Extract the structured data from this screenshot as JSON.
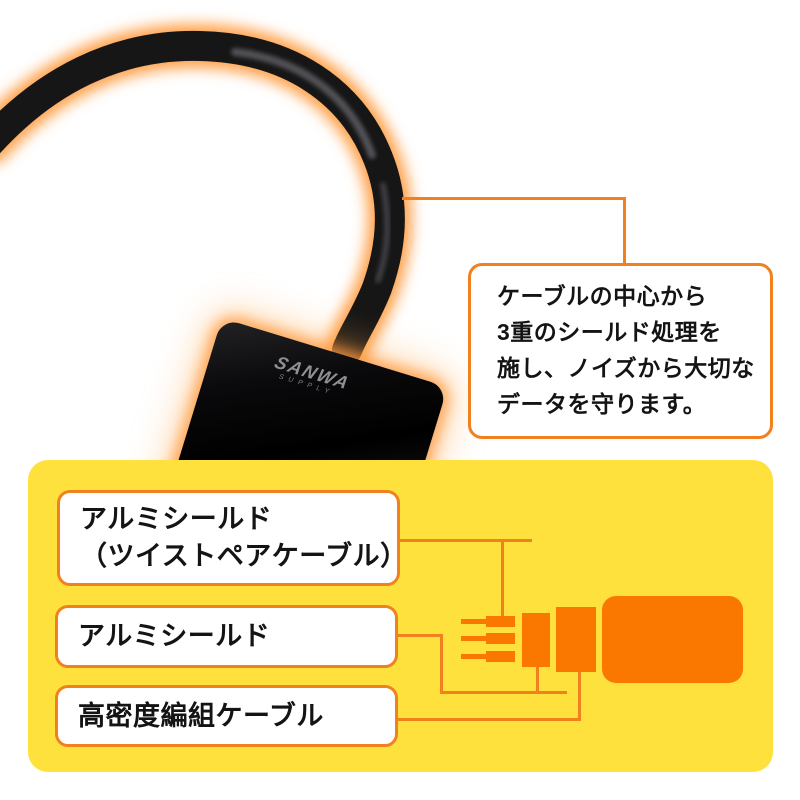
{
  "colors": {
    "yellow": "#FFE13E",
    "accent": "#F1801F",
    "diagram": "#FA7800",
    "glow": "#FFA04A"
  },
  "callout": {
    "lines": [
      "ケーブルの中心から",
      "3重のシールド処理を",
      "施し、ノイズから大切な",
      "データを守ります。"
    ]
  },
  "labels": [
    {
      "lines": [
        "アルミシールド",
        "（ツイストペアケーブル）"
      ]
    },
    {
      "lines": [
        "アルミシールド"
      ]
    },
    {
      "lines": [
        "高密度編組ケーブル"
      ]
    }
  ],
  "device": {
    "brand": "SANWA",
    "brand_sub": "SUPPLY"
  }
}
